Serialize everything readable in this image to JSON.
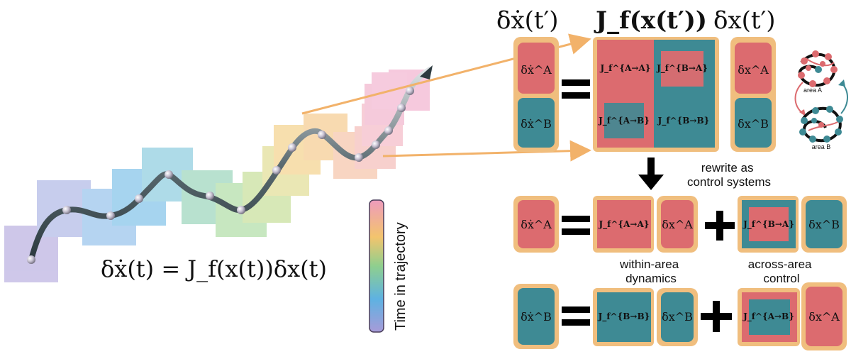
{
  "colors": {
    "pink": "#dc6b6f",
    "teal": "#3e8a94",
    "frame": "#f0be7e",
    "arrow": "#f2b26a",
    "curve": "#4a5a5e",
    "bead": "#b9b4c7"
  },
  "trajectory": {
    "equation": "δẋ(t) = J_f(x(t))δx(t)",
    "colorbar_label": "Time in trajectory"
  },
  "top_labels": {
    "dxdot": "δẋ(t′)",
    "jacobian": "J_f(x(t′))",
    "dx": "δx(t′)"
  },
  "main_eq": {
    "left_A": "δẋ^A",
    "left_B": "δẋ^B",
    "equals": "=",
    "j_aa": "J_f^{A→A}",
    "j_ba": "J_f^{B→A}",
    "j_ab": "J_f^{A→B}",
    "j_bb": "J_f^{B→B}",
    "right_A": "δx^A",
    "right_B": "δx^B"
  },
  "network": {
    "area_a": "area A",
    "area_b": "area B"
  },
  "rewrite_label": "rewrite as\ncontrol systems",
  "row_a": {
    "lhs": "δẋ^A",
    "equals": "=",
    "j_within": "J_f^{A→A}",
    "x_within": "δx^A",
    "plus": "+",
    "j_across": "J_f^{B→A}",
    "x_across": "δx^B"
  },
  "row_b": {
    "lhs": "δẋ^B",
    "equals": "=",
    "j_within": "J_f^{B→B}",
    "x_within": "δx^B",
    "plus": "+",
    "j_across": "J_f^{A→B}",
    "x_across": "δx^A"
  },
  "captions": {
    "within": "within-area\ndynamics",
    "across": "across-area\ncontrol"
  }
}
